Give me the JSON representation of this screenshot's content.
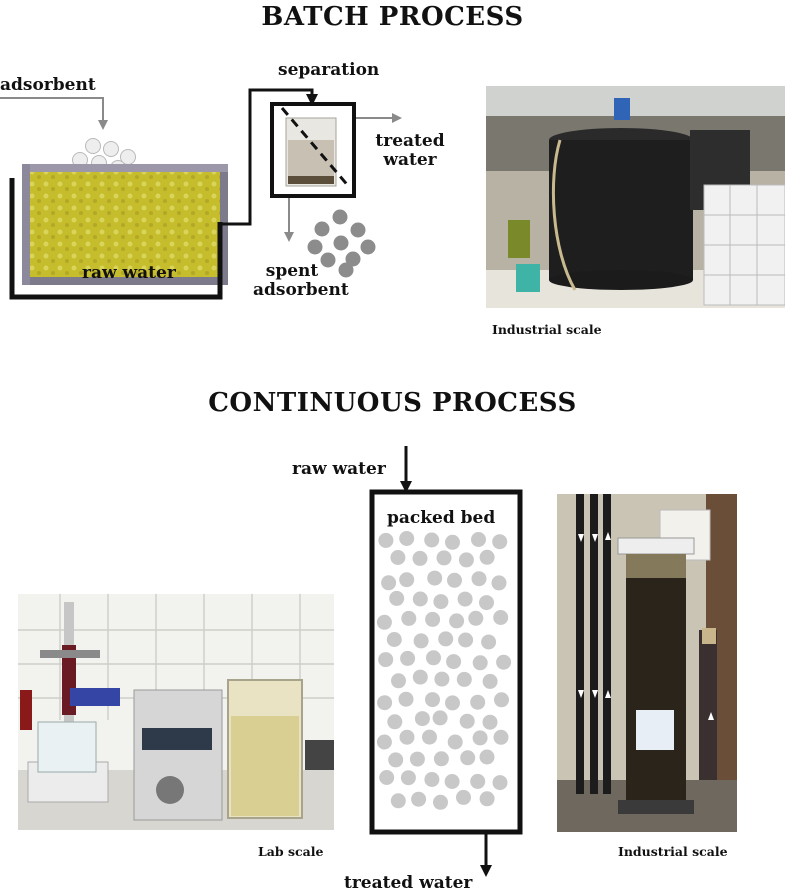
{
  "batch": {
    "title": "BATCH PROCESS",
    "adsorbent_label": "adsorbent",
    "separation_label": "separation",
    "treated_water_line1": "treated",
    "treated_water_line2": "water",
    "raw_water_label": "raw water",
    "spent_line1": "spent",
    "spent_line2": "adsorbent",
    "photo_caption": "Industrial scale"
  },
  "continuous": {
    "title": "CONTINUOUS PROCESS",
    "raw_water_label": "raw water",
    "packed_bed_label": "packed bed",
    "treated_water_label": "treated water",
    "lab_caption": "Lab scale",
    "industrial_caption": "Industrial scale"
  },
  "colors": {
    "line": "#111111",
    "arrow_grey": "#8a8a8a",
    "fresh_adsorbent": "#e8e8e8",
    "spent_adsorbent": "#8c8c8c",
    "bed_particles": "#c8c8c8",
    "raw_water_fill": "#c9c23a"
  }
}
